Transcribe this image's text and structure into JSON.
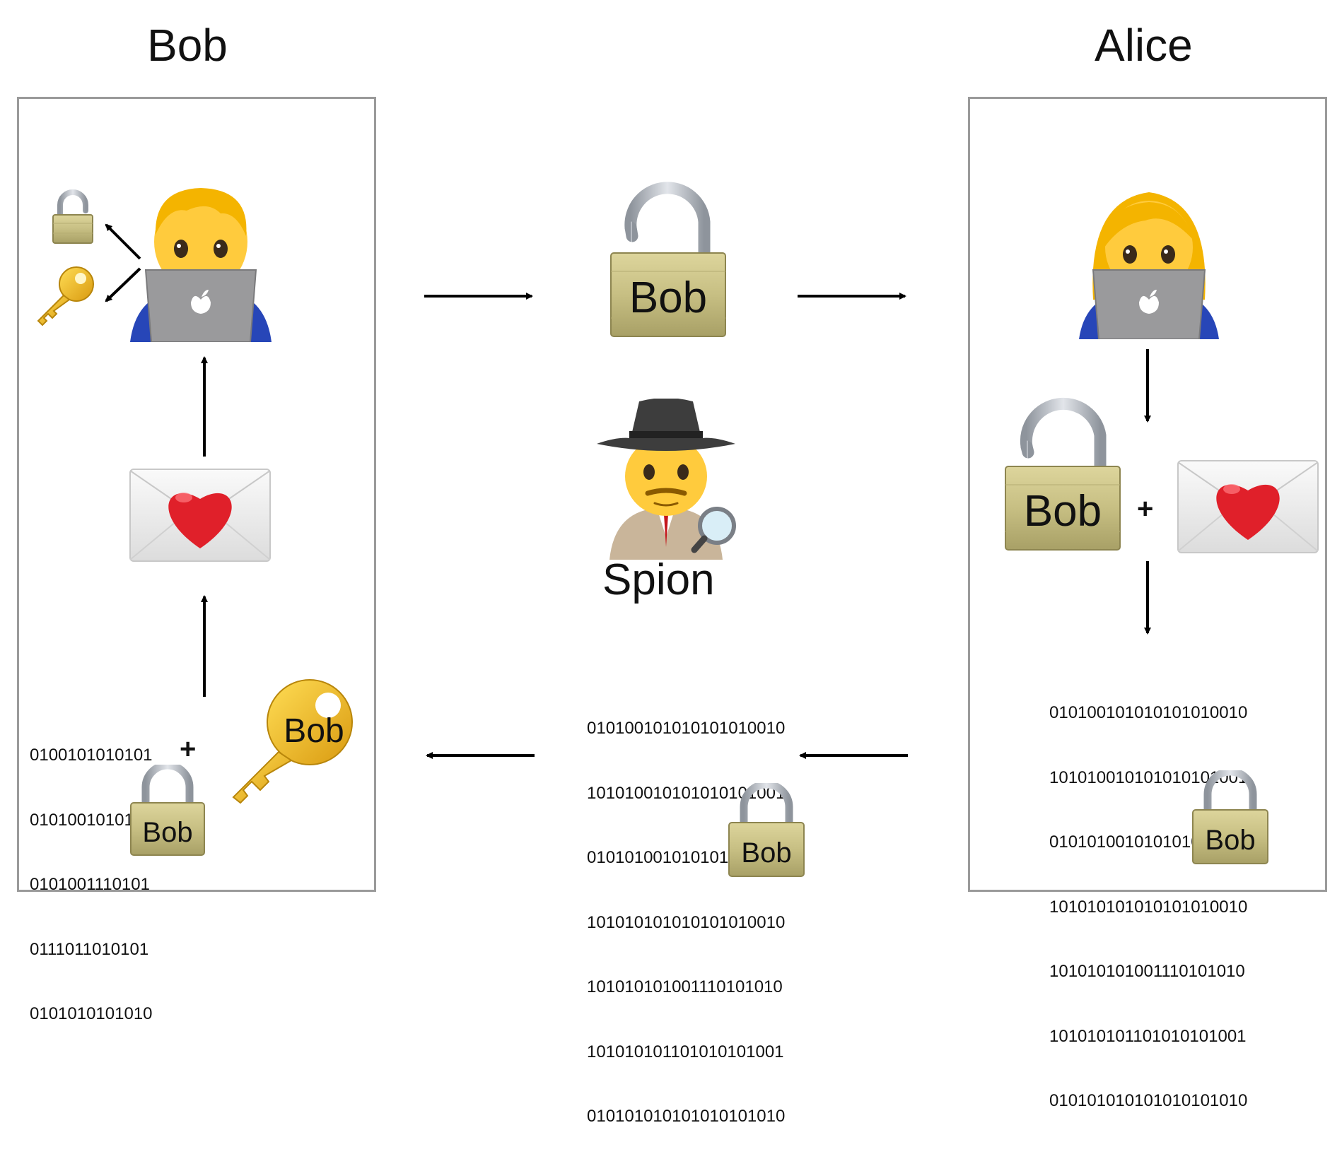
{
  "headings": {
    "left": "Bob",
    "right": "Alice"
  },
  "labels": {
    "spy": "Spion",
    "plus": "+"
  },
  "locks": {
    "center_top": "Bob",
    "alice_side": "Bob",
    "bottom_center": "Bob",
    "bottom_right": "Bob",
    "bottom_left": "Bob"
  },
  "key_label": "Bob",
  "ciphertext_left": [
    "0100101010101",
    "0101001010101",
    "0101001110101",
    "0111011010101",
    "0101010101010"
  ],
  "ciphertext_center": [
    "010100101010101010010",
    "101010010101010101001",
    "010101001010101010010",
    "101010101010101010010",
    "101010101001110101010",
    "101010101101010101001",
    "010101010101010101010"
  ],
  "ciphertext_right": [
    "010100101010101010010",
    "101010010101010101001",
    "010101001010101010010",
    "101010101010101010010",
    "101010101001110101010",
    "101010101101010101001",
    "010101010101010101010"
  ],
  "icons": [
    "man-technologist-icon",
    "woman-technologist-icon",
    "detective-icon",
    "open-padlock-icon",
    "key-icon",
    "love-letter-icon",
    "arrow-icon"
  ],
  "colors": {
    "lock_body": "#c9c28a",
    "lock_shackle": "#b8bcc2",
    "key_gold": "#f2c01e",
    "laptop": "#9a9a9c",
    "heart": "#e0202a",
    "panel_border": "#9a9a9a"
  }
}
